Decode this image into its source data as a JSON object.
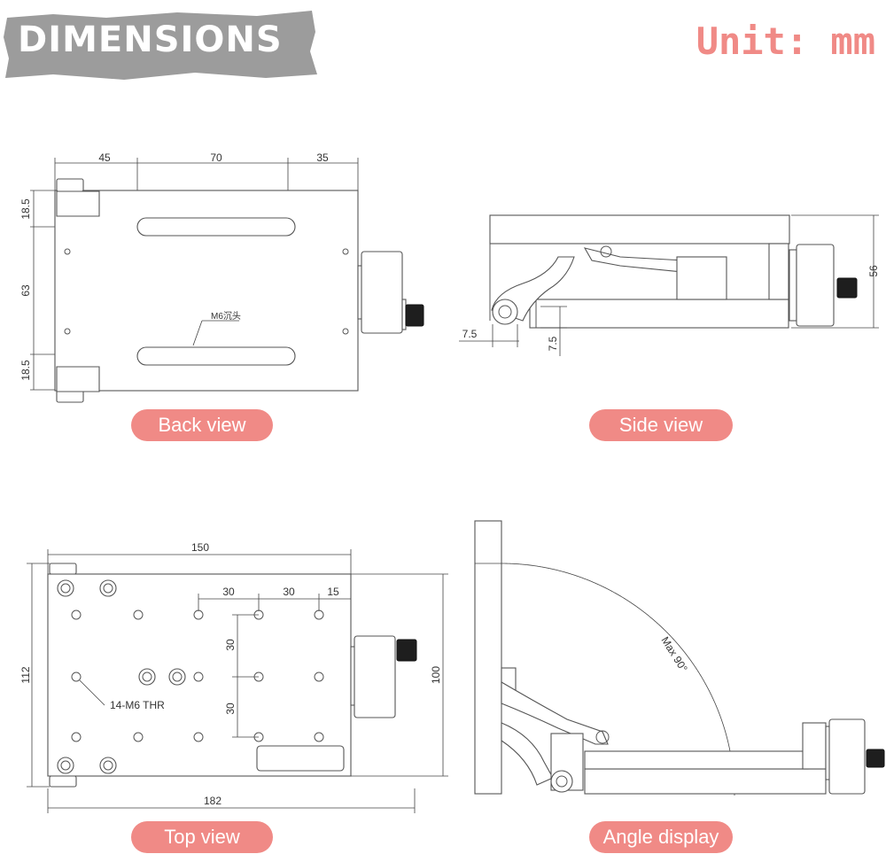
{
  "header": {
    "title": "DIMENSIONS",
    "unit": "Unit: mm"
  },
  "views": {
    "back": {
      "label": "Back view",
      "dims": {
        "d45": "45",
        "d70": "70",
        "d35": "35",
        "d185a": "18.5",
        "d63": "63",
        "d185b": "18.5",
        "note": "M6沉头"
      }
    },
    "side": {
      "label": "Side view",
      "dims": {
        "d56": "56",
        "d75a": "7.5",
        "d75b": "7.5"
      }
    },
    "top": {
      "label": "Top view",
      "dims": {
        "d150": "150",
        "d30a": "30",
        "d30b": "30",
        "d15": "15",
        "d30c": "30",
        "d30d": "30",
        "d112": "112",
        "d100": "100",
        "d182": "182",
        "note": "14-M6 THR"
      }
    },
    "angle": {
      "label": "Angle display",
      "dims": {
        "max": "Max 90°"
      }
    }
  },
  "colors": {
    "accent": "#f08a86",
    "banner": "#9c9c9c"
  }
}
